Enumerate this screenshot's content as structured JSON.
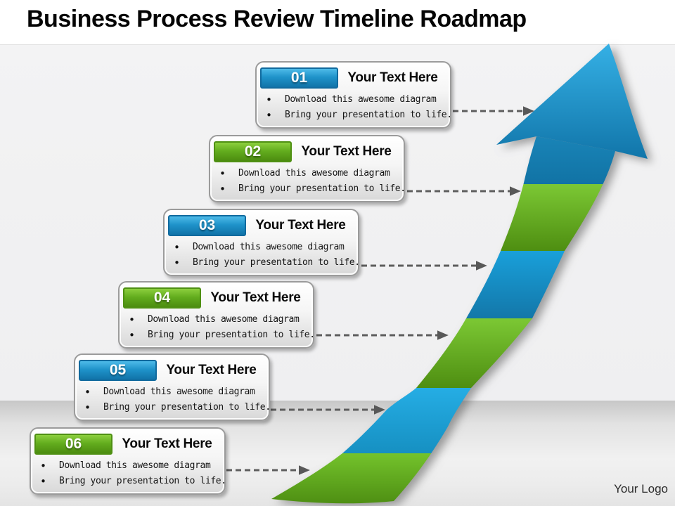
{
  "slide": {
    "title": "Business Process Review Timeline Roadmap",
    "logo": "Your Logo"
  },
  "steps": [
    {
      "number": "01",
      "color": "blue",
      "title": "Your Text Here",
      "bullets": [
        "Download this awesome diagram",
        "Bring your presentation to life."
      ]
    },
    {
      "number": "02",
      "color": "green",
      "title": "Your Text Here",
      "bullets": [
        "Download this awesome diagram",
        "Bring your presentation to life."
      ]
    },
    {
      "number": "03",
      "color": "blue",
      "title": "Your Text Here",
      "bullets": [
        "Download this awesome diagram",
        "Bring your presentation to life."
      ]
    },
    {
      "number": "04",
      "color": "green",
      "title": "Your Text Here",
      "bullets": [
        "Download this awesome diagram",
        "Bring your presentation to life."
      ]
    },
    {
      "number": "05",
      "color": "blue",
      "title": "Your Text Here",
      "bullets": [
        "Download this awesome diagram",
        "Bring your presentation to life."
      ]
    },
    {
      "number": "06",
      "color": "green",
      "title": "Your Text Here",
      "bullets": [
        "Download this awesome diagram",
        "Bring your presentation to life."
      ]
    }
  ],
  "arrow": {
    "type": "curved-up-arrow",
    "head_color": "blue",
    "tail_segments_top_to_bottom": [
      "blue",
      "green",
      "blue",
      "green",
      "blue",
      "green"
    ]
  },
  "connector": {
    "style": "dashed",
    "color": "#5d5d5d"
  },
  "colors": {
    "badge_blue_top": "#4ebbe9",
    "badge_blue_bottom": "#1173a8",
    "badge_green_top": "#8ccf3e",
    "badge_green_bottom": "#4c8c10",
    "arrow_blue_light": "#1fa9e2",
    "arrow_blue_dark": "#0f72a6",
    "arrow_green_light": "#79c631",
    "arrow_green_dark": "#4e8e11",
    "card_border": "#9b9b9b",
    "floor_gray": "#c7c7c7",
    "background": "#f1f1f2"
  }
}
